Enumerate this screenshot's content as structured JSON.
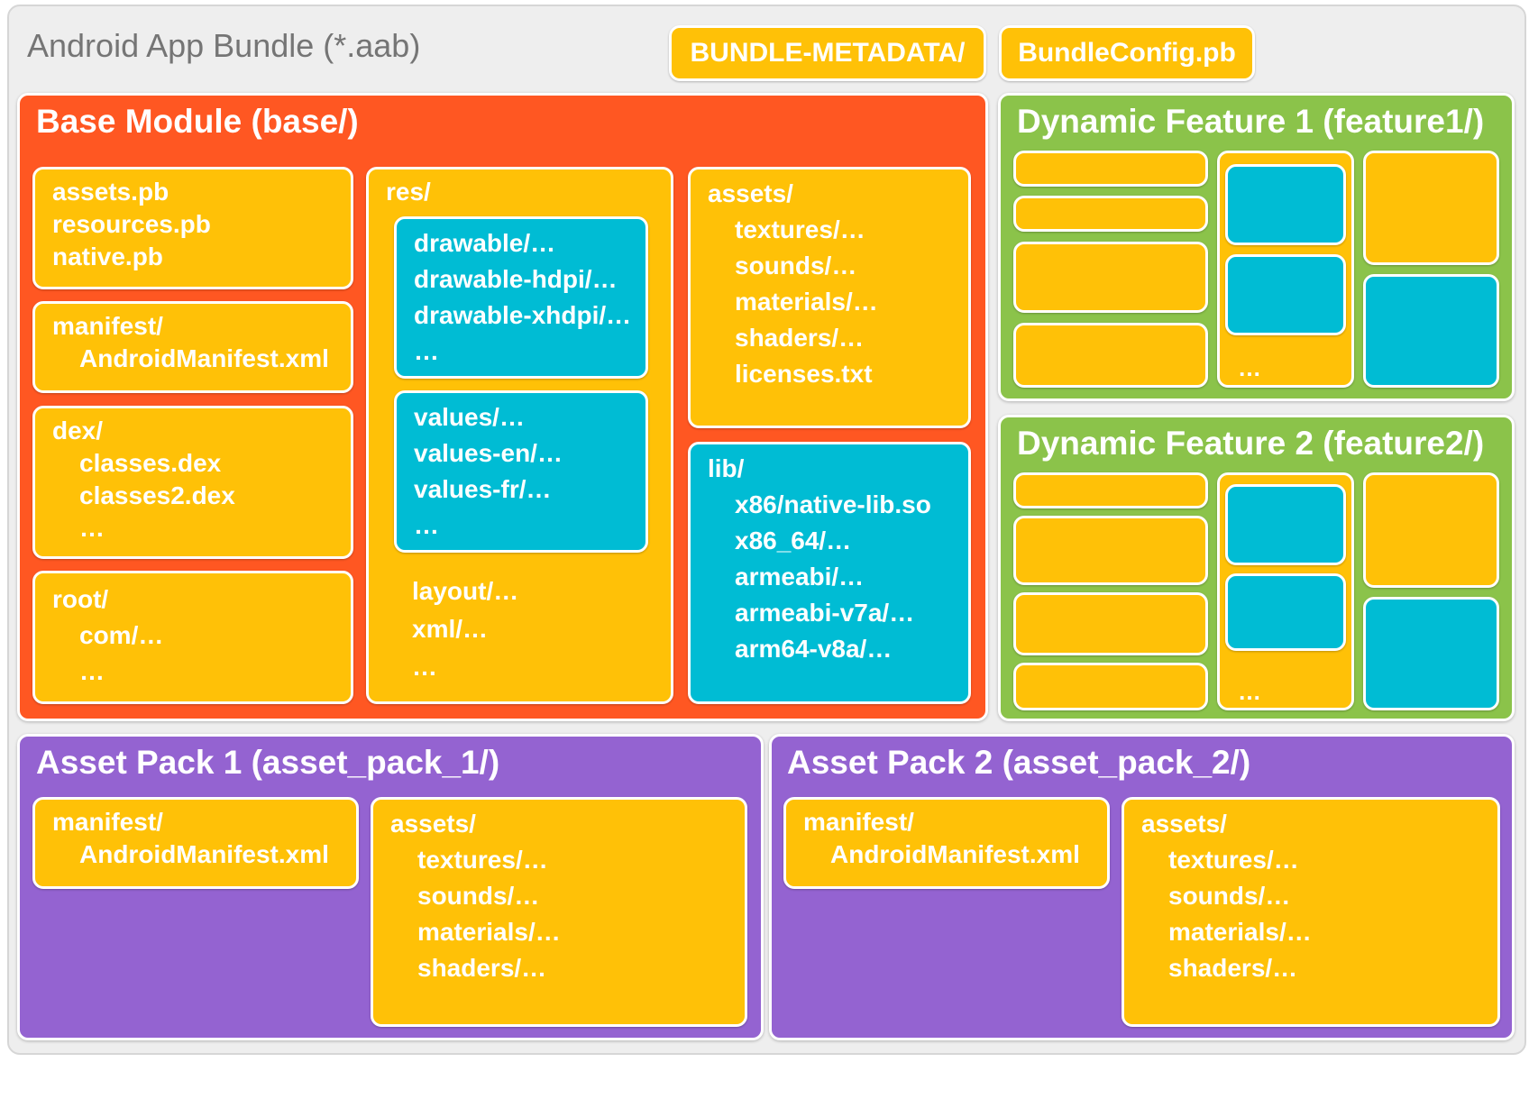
{
  "bundle": {
    "title": "Android App Bundle (*.aab)"
  },
  "top_items": [
    "BUNDLE-METADATA/",
    "BundleConfig.pb"
  ],
  "base": {
    "title": "Base Module (base/)",
    "pb_files": [
      "assets.pb",
      "resources.pb",
      "native.pb"
    ],
    "manifest": {
      "dir": "manifest/",
      "file": "AndroidManifest.xml"
    },
    "dex": {
      "dir": "dex/",
      "files": [
        "classes.dex",
        "classes2.dex",
        "…"
      ]
    },
    "root": {
      "dir": "root/",
      "items": [
        "com/…",
        "…"
      ]
    },
    "res": {
      "dir": "res/",
      "drawable": [
        "drawable/…",
        "drawable-hdpi/…",
        "drawable-xhdpi/…",
        "…"
      ],
      "values": [
        "values/…",
        "values-en/…",
        "values-fr/…",
        "…"
      ],
      "other": [
        "layout/…",
        "xml/…",
        "…"
      ]
    },
    "assets": {
      "dir": "assets/",
      "items": [
        "textures/…",
        "sounds/…",
        "materials/…",
        "shaders/…",
        "licenses.txt"
      ]
    },
    "lib": {
      "dir": "lib/",
      "items": [
        "x86/native-lib.so",
        "x86_64/…",
        "armeabi/…",
        "armeabi-v7a/…",
        "arm64-v8a/…"
      ]
    }
  },
  "feature1": {
    "title": "Dynamic Feature 1 (feature1/)",
    "ellipsis": "…"
  },
  "feature2": {
    "title": "Dynamic Feature 2 (feature2/)",
    "ellipsis": "…"
  },
  "asset_pack_1": {
    "title": "Asset Pack 1 (asset_pack_1/)",
    "manifest": {
      "dir": "manifest/",
      "file": "AndroidManifest.xml"
    },
    "assets": {
      "dir": "assets/",
      "items": [
        "textures/…",
        "sounds/…",
        "materials/…",
        "shaders/…"
      ]
    }
  },
  "asset_pack_2": {
    "title": "Asset Pack 2 (asset_pack_2/)",
    "manifest": {
      "dir": "manifest/",
      "file": "AndroidManifest.xml"
    },
    "assets": {
      "dir": "assets/",
      "items": [
        "textures/…",
        "sounds/…",
        "materials/…",
        "shaders/…"
      ]
    }
  },
  "colors": {
    "bundle_bg": "#eeeeee",
    "base_module": "#ff5722",
    "dynamic_feature": "#8bc34a",
    "asset_pack": "#9463d1",
    "folder_yellow": "#ffc107",
    "folder_cyan": "#00bcd4"
  }
}
